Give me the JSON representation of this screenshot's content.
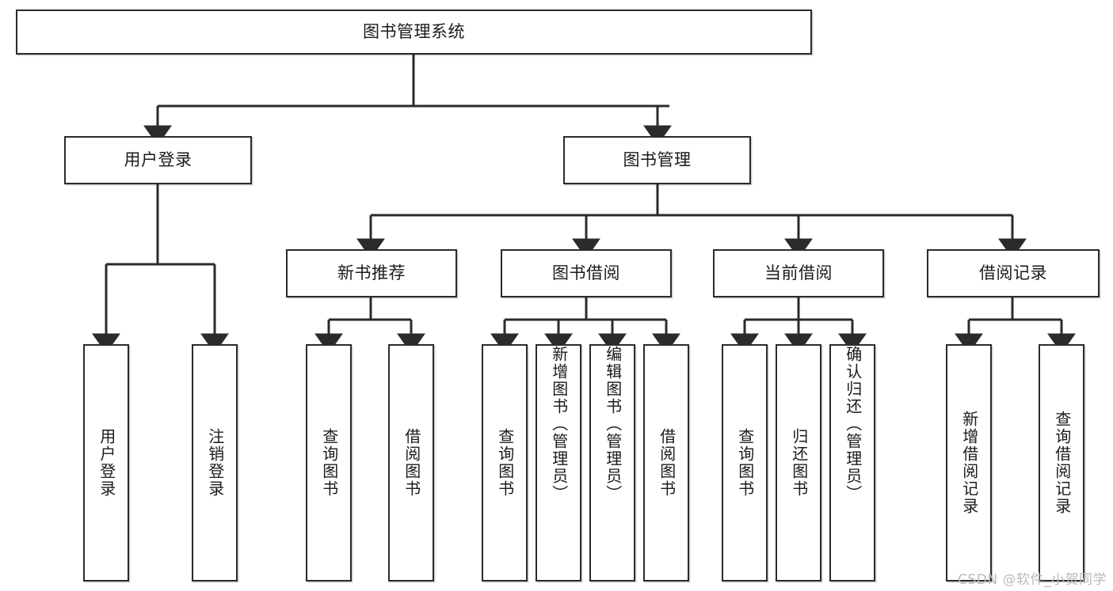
{
  "diagram": {
    "title": "图书管理系统",
    "type": "tree",
    "root": {
      "id": "root",
      "label": "图书管理系统"
    },
    "level1": [
      {
        "id": "user-login",
        "label": "用户登录"
      },
      {
        "id": "book-manage",
        "label": "图书管理"
      }
    ],
    "level2": [
      {
        "id": "new-book-rec",
        "label": "新书推荐",
        "parent": "book-manage"
      },
      {
        "id": "book-borrow",
        "label": "图书借阅",
        "parent": "book-manage"
      },
      {
        "id": "current-borrow",
        "label": "当前借阅",
        "parent": "book-manage"
      },
      {
        "id": "borrow-record",
        "label": "借阅记录",
        "parent": "book-manage"
      }
    ],
    "leaves": [
      {
        "id": "leaf-user-login",
        "label": "用户登录",
        "parent": "user-login"
      },
      {
        "id": "leaf-logout",
        "label": "注销登录",
        "parent": "user-login"
      },
      {
        "id": "leaf-query-book-1",
        "label": "查询图书",
        "parent": "new-book-rec"
      },
      {
        "id": "leaf-borrow-book-1",
        "label": "借阅图书",
        "parent": "new-book-rec"
      },
      {
        "id": "leaf-query-book-2",
        "label": "查询图书",
        "parent": "book-borrow"
      },
      {
        "id": "leaf-add-book",
        "label": "新增图书（管理员）",
        "parent": "book-borrow"
      },
      {
        "id": "leaf-edit-book",
        "label": "编辑图书（管理员）",
        "parent": "book-borrow"
      },
      {
        "id": "leaf-borrow-book-2",
        "label": "借阅图书",
        "parent": "book-borrow"
      },
      {
        "id": "leaf-query-book-3",
        "label": "查询图书",
        "parent": "current-borrow"
      },
      {
        "id": "leaf-return-book",
        "label": "归还图书",
        "parent": "current-borrow"
      },
      {
        "id": "leaf-confirm-return",
        "label": "确认归还（管理员）",
        "parent": "current-borrow"
      },
      {
        "id": "leaf-add-record",
        "label": "新增借阅记录",
        "parent": "borrow-record"
      },
      {
        "id": "leaf-query-record",
        "label": "查询借阅记录",
        "parent": "borrow-record"
      }
    ],
    "colors": {
      "stroke": "#2b2b2b",
      "fill": "#ffffff",
      "text": "#1b1b1b",
      "watermark": "#b9b9b9"
    }
  },
  "watermark": {
    "text": "CSDN @软件_小贺同学"
  }
}
